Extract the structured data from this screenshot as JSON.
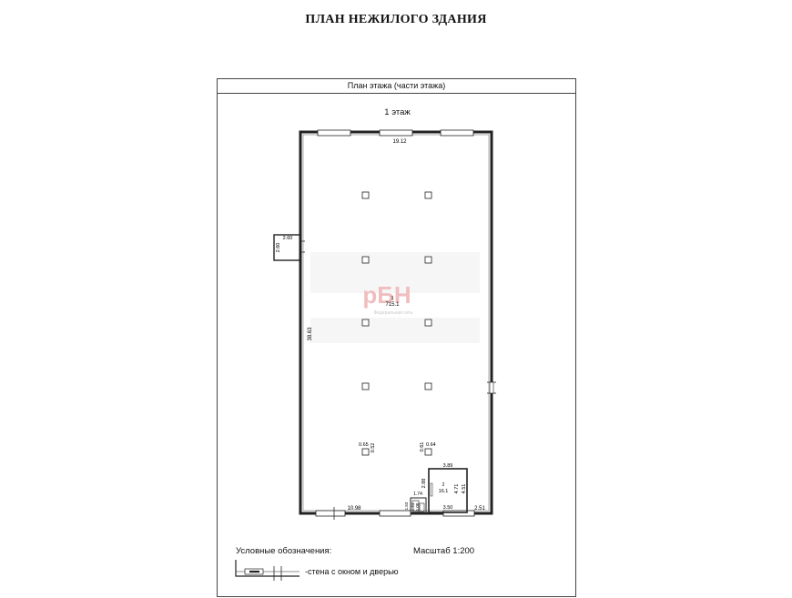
{
  "document": {
    "title": "ПЛАН НЕЖИЛОГО ЗДАНИЯ",
    "sheet_header": "План этажа (части этажа)",
    "floor_label": "1 этаж"
  },
  "plan": {
    "main_room": {
      "number": "1",
      "area": "715.1"
    },
    "small_room": {
      "number": "2",
      "area": "16.1"
    },
    "dimensions": {
      "top_width": "19.12",
      "left_height": "38.63",
      "annex_width": "2.60",
      "annex_height": "2.60",
      "bottom_left": "10.98",
      "bottom_right": "2.51",
      "room2_top": "3.89",
      "room2_bottom": "3.50",
      "room2_left": "2.88",
      "room2_right_a": "4.71",
      "room2_right_b": "4.51",
      "vestibule_top": "1.74",
      "vestibule_side_a": "1.53",
      "vestibule_side_b": "1.24",
      "vestibule_side_c": "1.00",
      "column_left_a": "0.65",
      "column_left_b": "0.52",
      "column_right_a": "0.61",
      "column_right_b": "0.64"
    }
  },
  "watermark": {
    "logo": "рБН",
    "caption": "Федеральная сеть"
  },
  "legend": {
    "title": "Условные обозначения:",
    "scale": "Масштаб 1:200",
    "wall_description": "-стена с окном и дверью"
  }
}
